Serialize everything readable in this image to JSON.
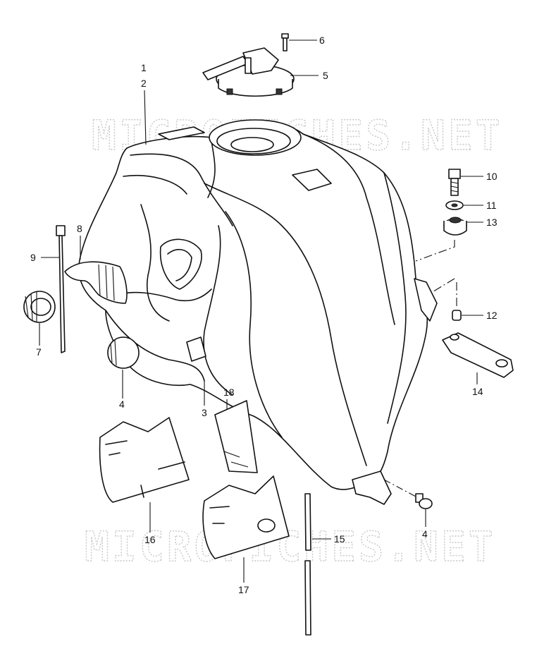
{
  "watermark": "MICROFICHES.NET",
  "callouts": {
    "c1": "1",
    "c2": "2",
    "c3": "3",
    "c4a": "4",
    "c4b": "4",
    "c5": "5",
    "c6": "6",
    "c7": "7",
    "c8": "8",
    "c9": "9",
    "c10": "10",
    "c11": "11",
    "c12": "12",
    "c13": "13",
    "c14": "14",
    "c15": "15",
    "c16": "16",
    "c17": "17",
    "c18": "18"
  }
}
